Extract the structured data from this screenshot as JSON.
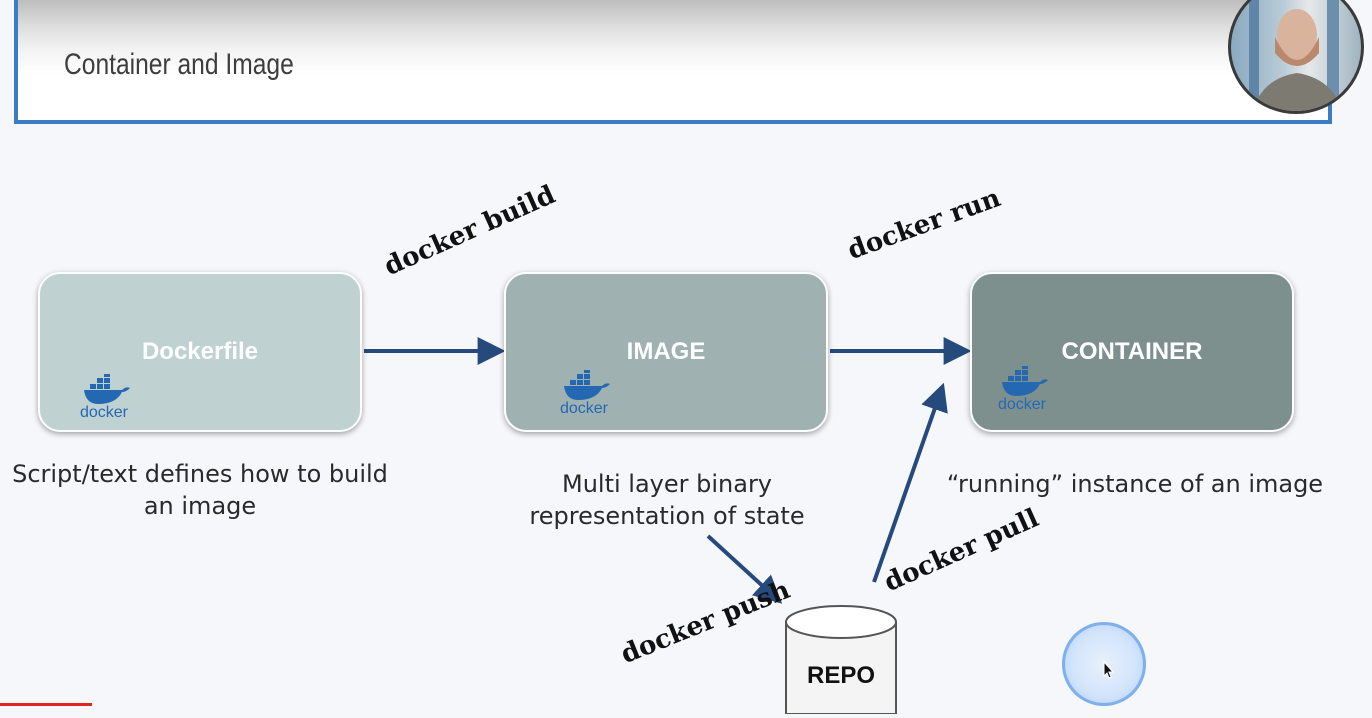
{
  "slide": {
    "title": "Container and Image"
  },
  "boxes": [
    {
      "label": "Dockerfile",
      "color": "#bfd1d1",
      "logo_text": "docker"
    },
    {
      "label": "IMAGE",
      "color": "#9fb1b1",
      "logo_text": "docker"
    },
    {
      "label": "CONTAINER",
      "color": "#7e908e",
      "logo_text": "docker"
    }
  ],
  "descriptions": {
    "dockerfile": [
      "Script/text defines how to build",
      "an image"
    ],
    "image": [
      "Multi layer binary",
      "representation of state"
    ],
    "container": "“running” instance of an image"
  },
  "commands": {
    "build": "docker build",
    "run": "docker run",
    "push": "docker push",
    "pull": "docker pull"
  },
  "repo": {
    "label": "REPO"
  },
  "colors": {
    "arrow": "#264a7c",
    "accent": "#3b7dc4",
    "docker_blue": "#2468b2"
  }
}
